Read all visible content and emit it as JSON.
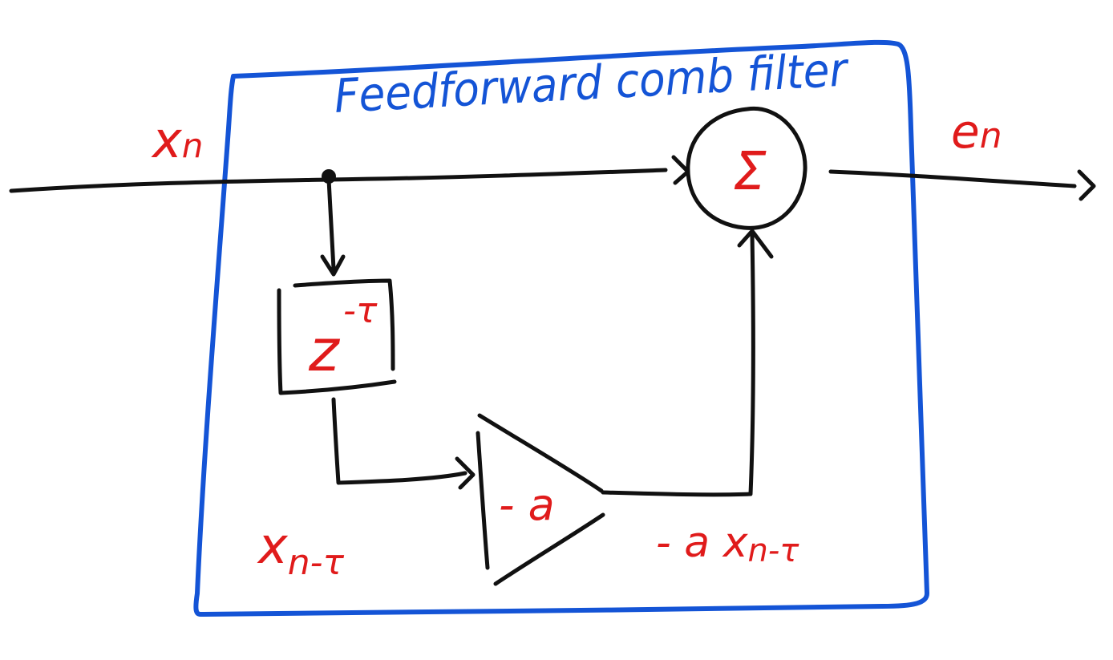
{
  "diagram": {
    "title": "Feedforward comb filter",
    "labels": {
      "input": "x",
      "input_sub": "n",
      "output": "e",
      "output_sub": "n",
      "sum_symbol": "Σ",
      "delay_base": "z",
      "delay_exp": "-τ",
      "gain": "- a",
      "delayed_signal": "x",
      "delayed_signal_sub": "n-τ",
      "scaled_signal_prefix": "- a x",
      "scaled_signal_sub": "n-τ"
    },
    "colors": {
      "frame": "#1454d6",
      "wires": "#111111",
      "labels": "#e01b1b"
    }
  }
}
